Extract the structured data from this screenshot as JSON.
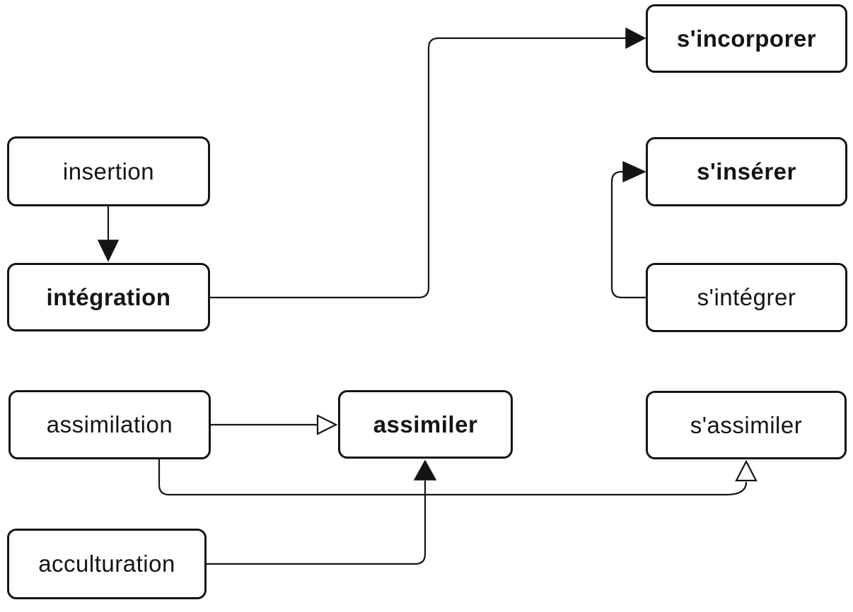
{
  "diagram": {
    "colors": {
      "background": "#ffffff",
      "line": "#141414",
      "node_fill": "#ffffff",
      "text": "#141414"
    },
    "nodes": [
      {
        "id": "insertion",
        "label": "insertion",
        "bold": false
      },
      {
        "id": "integration",
        "label": "intégration",
        "bold": true
      },
      {
        "id": "s-incorporer",
        "label": "s'incorporer",
        "bold": true
      },
      {
        "id": "s-inserer",
        "label": "s'insérer",
        "bold": true
      },
      {
        "id": "s-integrer",
        "label": "s'intégrer",
        "bold": false
      },
      {
        "id": "assimilation",
        "label": "assimilation",
        "bold": false
      },
      {
        "id": "assimiler",
        "label": "assimiler",
        "bold": true
      },
      {
        "id": "s-assimiler",
        "label": "s'assimiler",
        "bold": false
      },
      {
        "id": "acculturation",
        "label": "acculturation",
        "bold": false
      }
    ],
    "edges": [
      {
        "from": "insertion",
        "to": "intégration",
        "arrowhead": "filled"
      },
      {
        "from": "intégration",
        "to": "s'incorporer",
        "arrowhead": "filled"
      },
      {
        "from": "s'intégrer",
        "to": "s'insérer",
        "arrowhead": "filled"
      },
      {
        "from": "assimilation",
        "to": "assimiler",
        "arrowhead": "hollow"
      },
      {
        "from": "assimilation",
        "to": "s'assimiler",
        "arrowhead": "hollow"
      },
      {
        "from": "acculturation",
        "to": "assimiler",
        "arrowhead": "filled"
      }
    ]
  }
}
